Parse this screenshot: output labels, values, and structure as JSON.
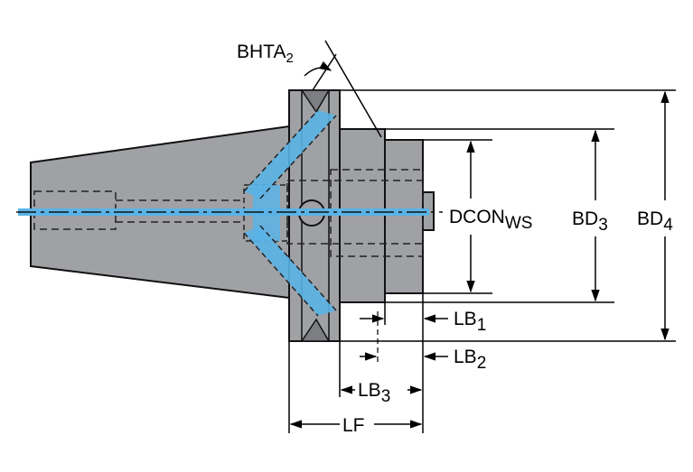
{
  "diagram": {
    "labels": {
      "bhta": {
        "main": "BHTA",
        "sub": "2"
      },
      "dcon": {
        "main": "DCON",
        "sub": "WS"
      },
      "bd3": {
        "main": "BD",
        "sub": "3"
      },
      "bd4": {
        "main": "BD",
        "sub": "4"
      },
      "lb1": {
        "main": "LB",
        "sub": "1"
      },
      "lb2": {
        "main": "LB",
        "sub": "2"
      },
      "lb3": {
        "main": "LB",
        "sub": "3"
      },
      "lf": {
        "main": "LF",
        "sub": ""
      }
    },
    "colors": {
      "body_gray": "#9fa1a4",
      "body_dark": "#7c7e81",
      "coolant_blue": "#5ab3e6",
      "outline": "#111111"
    }
  }
}
